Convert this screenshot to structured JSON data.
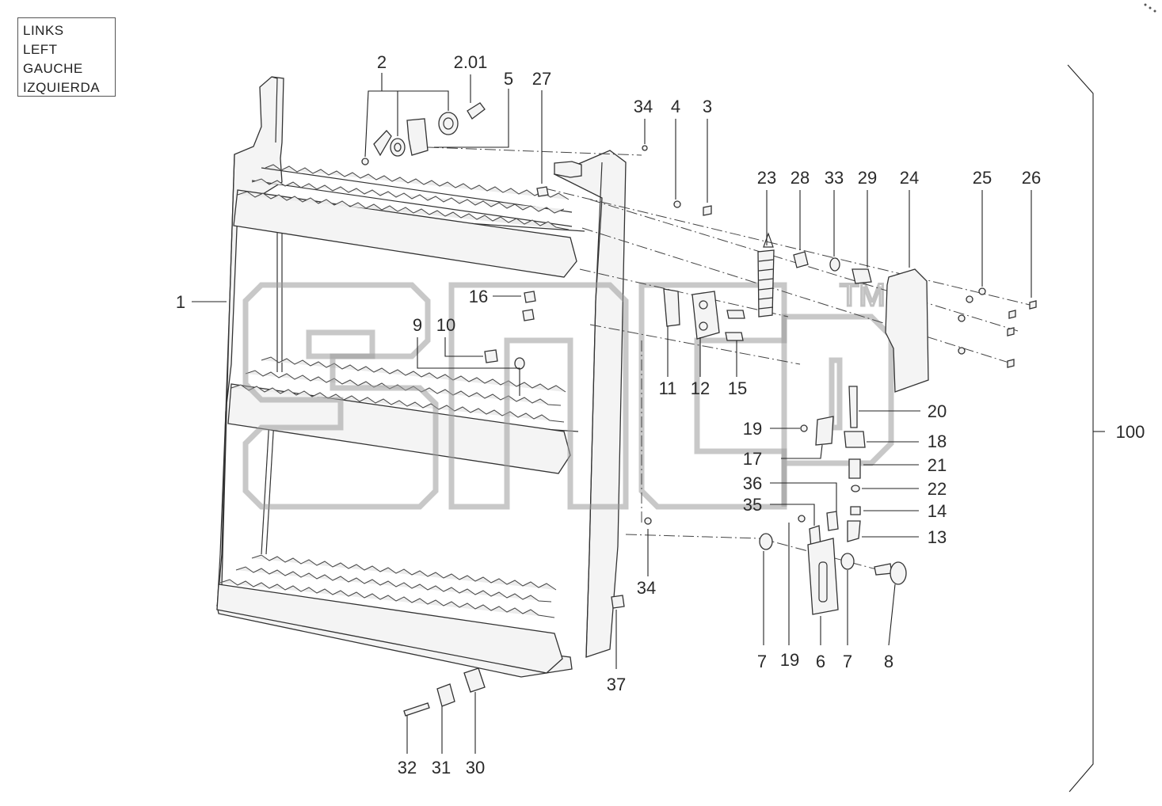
{
  "side_labels": [
    "LINKS",
    "LEFT",
    "GAUCHE",
    "IZQUIERDA"
  ],
  "watermark": "TM",
  "assembly_label": "100",
  "callouts": {
    "c1": "1",
    "c2": "2",
    "c2_01": "2.01",
    "c5": "5",
    "c27": "27",
    "c34a": "34",
    "c4": "4",
    "c3": "3",
    "c23": "23",
    "c28": "28",
    "c33": "33",
    "c29": "29",
    "c24": "24",
    "c25": "25",
    "c26": "26",
    "c16": "16",
    "c9": "9",
    "c10": "10",
    "c11": "11",
    "c12": "12",
    "c15": "15",
    "c20": "20",
    "c19a": "19",
    "c18": "18",
    "c17": "17",
    "c21": "21",
    "c36": "36",
    "c22": "22",
    "c35": "35",
    "c14": "14",
    "c13": "13",
    "c34b": "34",
    "c7a": "7",
    "c19b": "19",
    "c6": "6",
    "c7b": "7",
    "c8": "8",
    "c37": "37",
    "c32": "32",
    "c31": "31",
    "c30": "30"
  }
}
